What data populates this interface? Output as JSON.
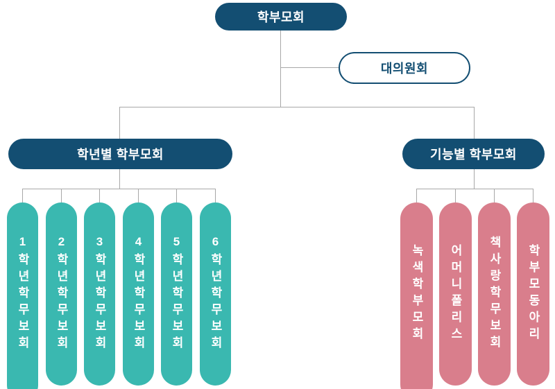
{
  "colors": {
    "navy": "#134e72",
    "teal": "#3ab8b0",
    "pink": "#d97e8c",
    "connector": "#a7a7a7",
    "background": "#ffffff"
  },
  "org": {
    "root": {
      "label": "학부모회"
    },
    "council": {
      "label": "대의원회"
    },
    "groups": [
      {
        "label": "학년별 학부모회",
        "items": [
          "1학년학무보회",
          "2학년학무보회",
          "3학년학무보회",
          "4학년학무보회",
          "5학년학무보회",
          "6학년학무보회"
        ]
      },
      {
        "label": "기능별 학부모회",
        "items": [
          "녹색학부모회",
          "어머니폴리스",
          "책사랑학무보회",
          "학부모동아리"
        ]
      }
    ]
  }
}
